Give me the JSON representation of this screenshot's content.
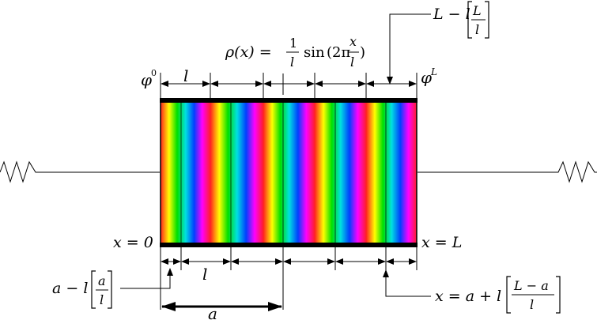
{
  "labels": {
    "phi_left": "φ",
    "phi_left_sup": "0",
    "phi_right": "φ",
    "phi_right_sup": "L",
    "l_top": "l",
    "l_bottom": "l",
    "x0": "x = 0",
    "xL": "x = L",
    "a": "a",
    "rho": {
      "lhs": "ρ(x) =",
      "frac_num": "1",
      "frac_den": "l",
      "sin": "sin",
      "open": "(2π",
      "inner_num": "x",
      "inner_den": "l",
      "close": ")"
    },
    "top_right": {
      "lhs": "L − l",
      "num": "L",
      "den": "l"
    },
    "bottom_left": {
      "lhs": "a − l",
      "num": "a",
      "den": "l"
    },
    "bottom_right": {
      "lhs": "x = a + l",
      "num": "L − a",
      "den": "l"
    }
  },
  "colors": {
    "stroke": "#000000",
    "background": "#ffffff"
  }
}
